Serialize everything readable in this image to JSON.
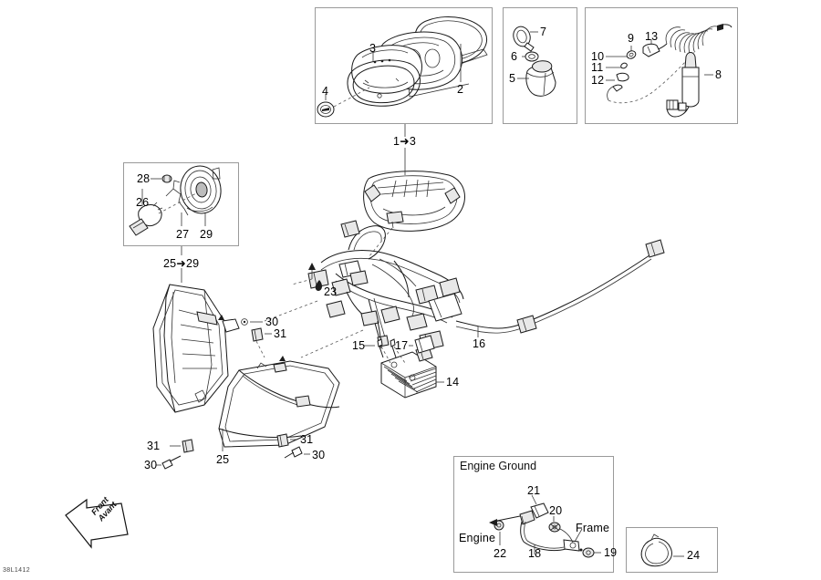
{
  "document": {
    "code": "38L1412",
    "direction_marker": {
      "line1": "Front",
      "line2": "Avant"
    }
  },
  "detail_boxes": [
    {
      "id": "gauge-cluster",
      "title": "",
      "callouts": [
        "3",
        "4",
        "2"
      ]
    },
    {
      "id": "cap-assembly",
      "title": "",
      "callouts": [
        "7",
        "6",
        "5"
      ]
    },
    {
      "id": "power-outlet-cord",
      "title": "",
      "callouts": [
        "9",
        "13",
        "10",
        "11",
        "12",
        "8"
      ]
    },
    {
      "id": "headlight-bulb",
      "title": "",
      "callouts": [
        "28",
        "26",
        "27",
        "29"
      ]
    },
    {
      "id": "engine-ground",
      "title": "Engine Ground",
      "callouts": [
        "21",
        "20",
        "22",
        "18",
        "19"
      ],
      "text_labels": [
        "Engine",
        "Frame"
      ]
    },
    {
      "id": "strap-clamp",
      "title": "",
      "callouts": [
        "24"
      ]
    }
  ],
  "group_labels": [
    {
      "text": "1➜3",
      "for": "gauge-cluster"
    },
    {
      "text": "25➜29",
      "for": "headlight-bulb"
    }
  ],
  "callouts": {
    "n1": "1",
    "n2": "2",
    "n3": "3",
    "n4": "4",
    "n5": "5",
    "n6": "6",
    "n7": "7",
    "n8": "8",
    "n9": "9",
    "n10": "10",
    "n11": "11",
    "n12": "12",
    "n13": "13",
    "n14": "14",
    "n15": "15",
    "n16": "16",
    "n17": "17",
    "n18": "18",
    "n19": "19",
    "n20": "20",
    "n21": "21",
    "n22": "22",
    "n23": "23",
    "n24": "24",
    "n25": "25",
    "n26": "26",
    "n27": "27",
    "n28": "28",
    "n29": "29",
    "n30a": "30",
    "n30b": "30",
    "n30c": "30",
    "n31a": "31",
    "n31b": "31",
    "n31c": "31",
    "n25main": "25"
  },
  "text_labels": {
    "engine": "Engine",
    "frame": "Frame",
    "engine_ground": "Engine Ground"
  },
  "colors": {
    "line": "#1a1a1a",
    "box_border": "#9a9a9a",
    "background": "#ffffff",
    "shade_light": "#e8e8e8",
    "shade_dark": "#bcbcbc"
  }
}
